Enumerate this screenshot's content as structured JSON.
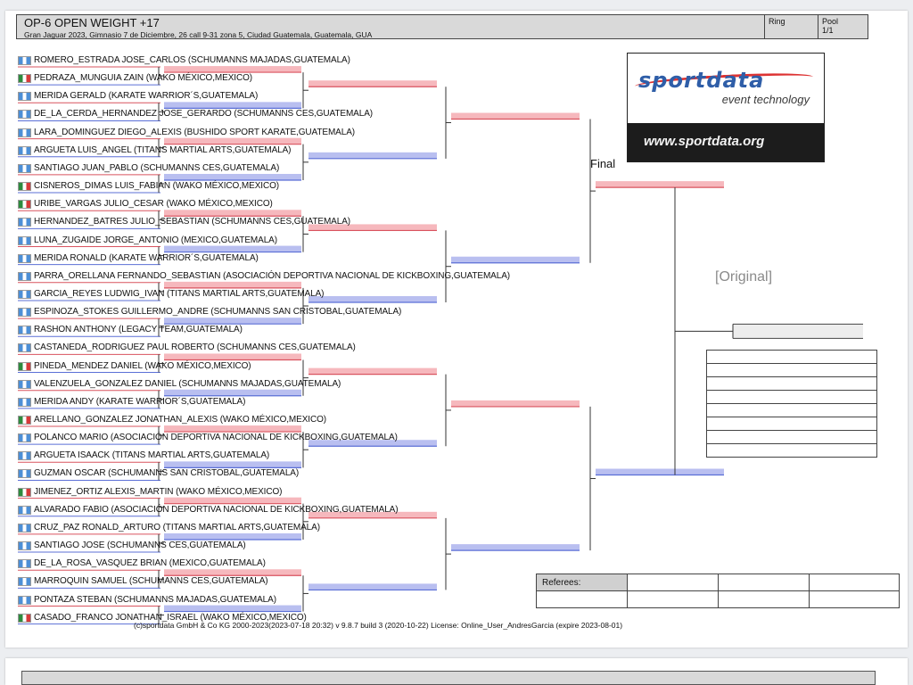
{
  "header": {
    "title": "OP-6 OPEN WEIGHT +17",
    "subtitle": "Gran Jaguar 2023, Gimnasio 7 de Diciembre, 26 call 9-31 zona 5, Ciudad Guatemala, Guatemala, GUA",
    "ring_label": "Ring",
    "pool_label": "Pool",
    "pool_value": "1/1"
  },
  "competitors": [
    {
      "name": "ROMERO_ESTRADA JOSE_CARLOS (SCHUMANNS MAJADAS,GUATEMALA)",
      "flag": "gt"
    },
    {
      "name": "PEDRAZA_MUNGUIA ZAIN (WAKO MÉXICO,MEXICO)",
      "flag": "mx"
    },
    {
      "name": "MERIDA GERALD (KARATE WARRIOR´S,GUATEMALA)",
      "flag": "gt"
    },
    {
      "name": "DE_LA_CERDA_HERNANDEZ JOSE_GERARDO (SCHUMANNS CES,GUATEMALA)",
      "flag": "gt"
    },
    {
      "name": "LARA_DOMINGUEZ DIEGO_ALEXIS (BUSHIDO SPORT KARATE,GUATEMALA)",
      "flag": "gt"
    },
    {
      "name": "ARGUETA LUIS_ANGEL (TITANS MARTIAL ARTS,GUATEMALA)",
      "flag": "gt"
    },
    {
      "name": "SANTIAGO JUAN_PABLO (SCHUMANNS CES,GUATEMALA)",
      "flag": "gt"
    },
    {
      "name": "CISNEROS_DIMAS LUIS_FABIAN (WAKO MÉXICO,MEXICO)",
      "flag": "mx"
    },
    {
      "name": "URIBE_VARGAS JULIO_CESAR (WAKO MÉXICO,MEXICO)",
      "flag": "mx"
    },
    {
      "name": "HERNANDEZ_BATRES JULIO_SEBASTIAN (SCHUMANNS CES,GUATEMALA)",
      "flag": "gt"
    },
    {
      "name": "LUNA_ZUGAIDE JORGE_ANTONIO (MEXICO,GUATEMALA)",
      "flag": "gt"
    },
    {
      "name": "MERIDA RONALD (KARATE WARRIOR´S,GUATEMALA)",
      "flag": "gt"
    },
    {
      "name": "PARRA_ORELLANA FERNANDO_SEBASTIAN (ASOCIACIÓN DEPORTIVA NACIONAL DE KICKBOXING,GUATEMALA)",
      "flag": "gt"
    },
    {
      "name": "GARCIA_REYES LUDWIG_IVAN (TITANS MARTIAL ARTS,GUATEMALA)",
      "flag": "gt"
    },
    {
      "name": "ESPINOZA_STOKES GUILLERMO_ANDRE (SCHUMANNS SAN CRISTOBAL,GUATEMALA)",
      "flag": "gt"
    },
    {
      "name": "RASHON ANTHONY (LEGACY TEAM,GUATEMALA)",
      "flag": "gt"
    },
    {
      "name": "CASTANEDA_RODRIGUEZ PAUL ROBERTO (SCHUMANNS CES,GUATEMALA)",
      "flag": "gt"
    },
    {
      "name": "PINEDA_MENDEZ DANIEL (WAKO MÉXICO,MEXICO)",
      "flag": "mx"
    },
    {
      "name": "VALENZUELA_GONZALEZ DANIEL (SCHUMANNS MAJADAS,GUATEMALA)",
      "flag": "gt"
    },
    {
      "name": "MERIDA ANDY (KARATE WARRIOR´S,GUATEMALA)",
      "flag": "gt"
    },
    {
      "name": "ARELLANO_GONZALEZ JONATHAN_ALEXIS (WAKO MÉXICO,MEXICO)",
      "flag": "mx"
    },
    {
      "name": "POLANCO MARIO (ASOCIACIÓN DEPORTIVA NACIONAL DE KICKBOXING,GUATEMALA)",
      "flag": "gt"
    },
    {
      "name": "ARGUETA ISAACK (TITANS MARTIAL ARTS,GUATEMALA)",
      "flag": "gt"
    },
    {
      "name": "GUZMAN OSCAR (SCHUMANNS SAN CRISTOBAL,GUATEMALA)",
      "flag": "gt"
    },
    {
      "name": "JIMENEZ_ORTIZ ALEXIS_MARTIN (WAKO MÉXICO,MEXICO)",
      "flag": "mx"
    },
    {
      "name": "ALVARADO FABIO (ASOCIACIÓN DEPORTIVA NACIONAL DE KICKBOXING,GUATEMALA)",
      "flag": "gt"
    },
    {
      "name": "CRUZ_PAZ RONALD_ARTURO (TITANS MARTIAL ARTS,GUATEMALA)",
      "flag": "gt"
    },
    {
      "name": "SANTIAGO JOSE (SCHUMANNS CES,GUATEMALA)",
      "flag": "gt"
    },
    {
      "name": "DE_LA_ROSA_VASQUEZ BRIAN (MEXICO,GUATEMALA)",
      "flag": "gt"
    },
    {
      "name": "MARROQUIN SAMUEL (SCHUMANNS CES,GUATEMALA)",
      "flag": "gt"
    },
    {
      "name": "PONTAZA STEBAN (SCHUMANNS MAJADAS,GUATEMALA)",
      "flag": "gt"
    },
    {
      "name": "CASADO_FRANCO JONATHAN_ISRAEL (WAKO MÉXICO,MEXICO)",
      "flag": "mx"
    }
  ],
  "final_label": "Final",
  "watermark": "[Original]",
  "logo": {
    "brand": "sportdata",
    "tagline": "event technology",
    "url": "www.sportdata.org"
  },
  "referees_label": "Referees:",
  "footer": "(c)sportdata GmbH & Co KG 2000-2023(2023-07-18 20:32) v 9.8.7 build 3 (2020-10-22) License: Online_User_AndresGarcia (expire 2023-08-01)",
  "colors": {
    "red_bar": "#f6b8bd",
    "blue_bar": "#b9bff0",
    "red_line": "#d9535f",
    "blue_line": "#5b6fd6",
    "flag_gt": "#4d8fd6",
    "flag_mx_green": "#2e8b3e",
    "flag_mx_red": "#d63a3a"
  }
}
